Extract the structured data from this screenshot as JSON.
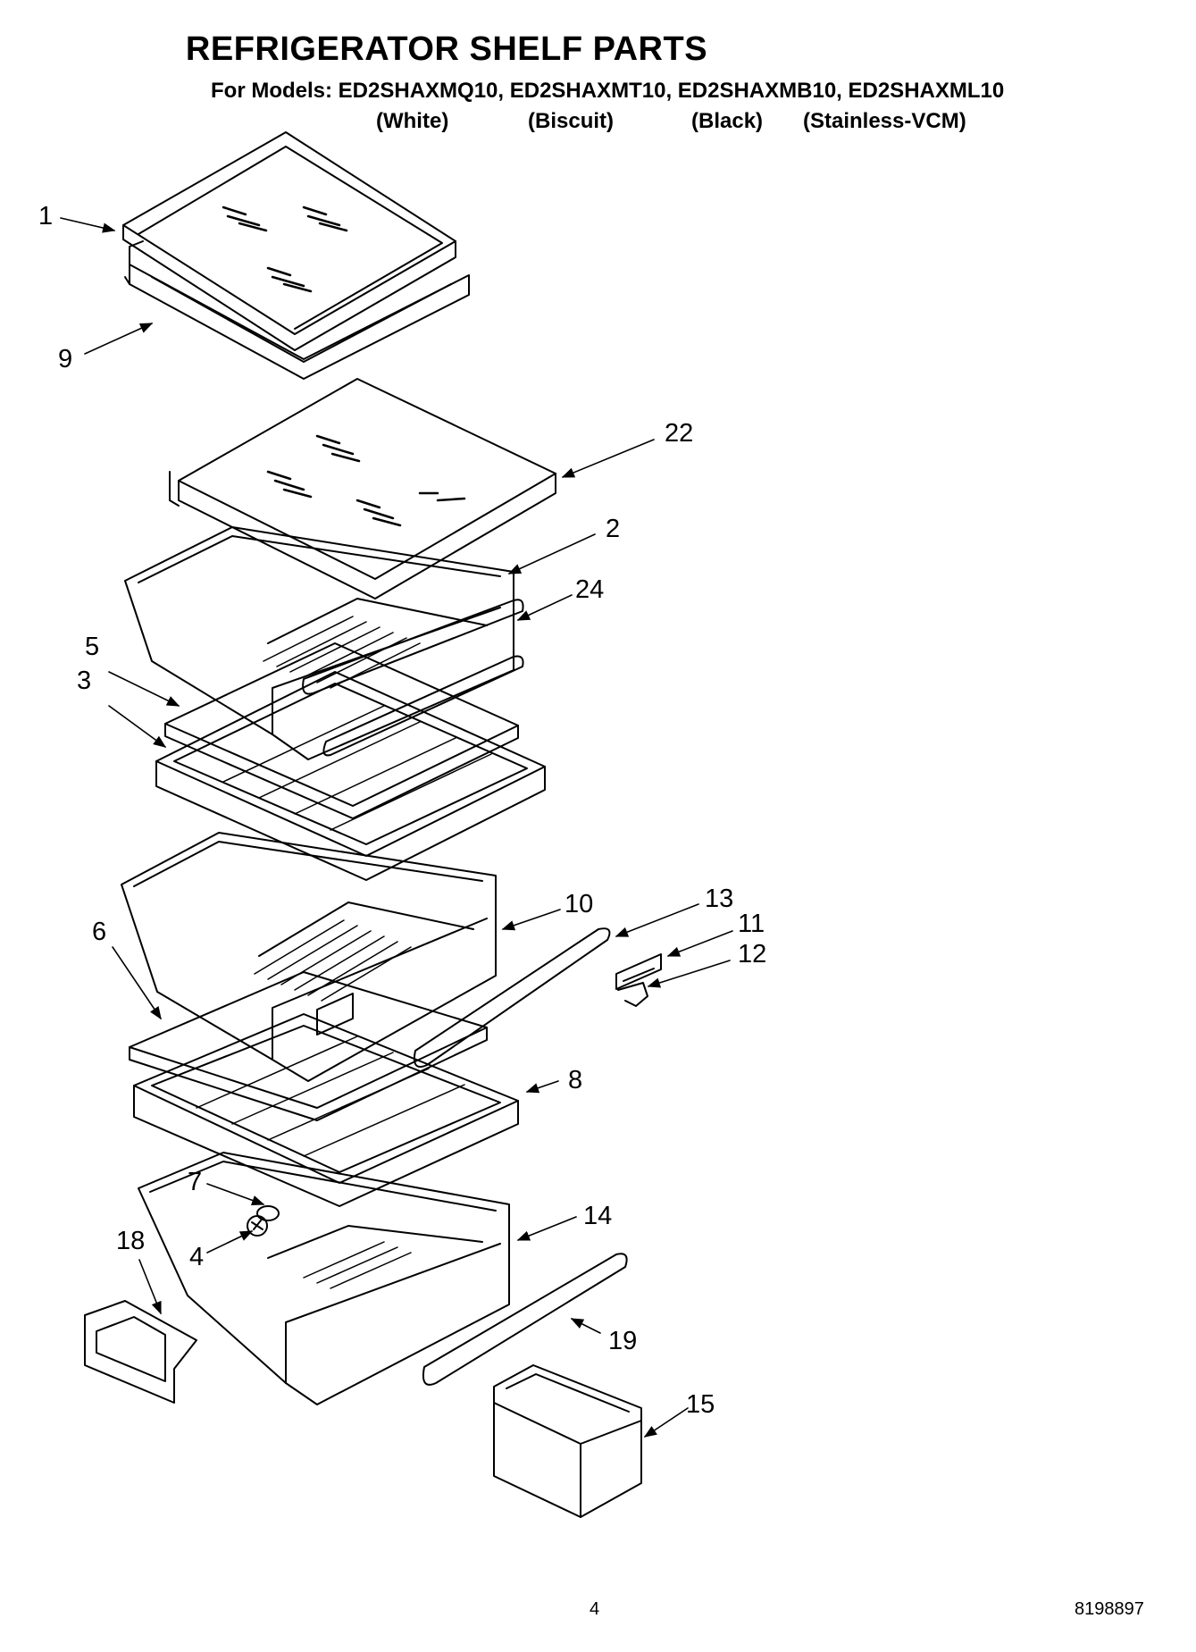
{
  "header": {
    "title": "REFRIGERATOR SHELF PARTS",
    "models_line": "For Models: ED2SHAXMQ10, ED2SHAXMT10, ED2SHAXMB10, ED2SHAXML10",
    "variants": [
      "(White)",
      "(Biscuit)",
      "(Black)",
      "(Stainless-VCM)"
    ]
  },
  "callouts": {
    "c1": "1",
    "c9": "9",
    "c22": "22",
    "c2": "2",
    "c24": "24",
    "c5": "5",
    "c3": "3",
    "c10": "10",
    "c13": "13",
    "c11": "11",
    "c12": "12",
    "c6": "6",
    "c8": "8",
    "c7": "7",
    "c4": "4",
    "c14": "14",
    "c18": "18",
    "c19": "19",
    "c15": "15"
  },
  "footer": {
    "page_number": "4",
    "doc_number": "8198897"
  }
}
